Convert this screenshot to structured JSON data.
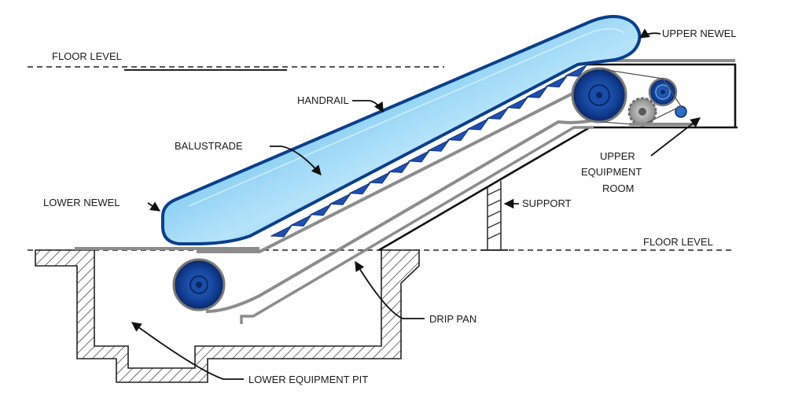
{
  "labels": {
    "floor_level_upper": "FLOOR LEVEL",
    "floor_level_lower": "FLOOR LEVEL",
    "upper_newel": "UPPER NEWEL",
    "handrail": "HANDRAIL",
    "balustrade": "BALUSTRADE",
    "lower_newel": "LOWER NEWEL",
    "upper_equipment_room_line1": "UPPER",
    "upper_equipment_room_line2": "EQUIPMENT",
    "upper_equipment_room_line3": "ROOM",
    "support": "SUPPORT",
    "drip_pan": "DRIP PAN",
    "lower_equipment_pit": "LOWER EQUIPMENT PIT"
  },
  "colors": {
    "balustrade_light": "#9fd8f5",
    "balustrade_mid": "#3aa2de",
    "balustrade_dark": "#1668b0",
    "handrail_outline": "#0b3f8c",
    "step_blue": "#1f4fb0",
    "roller_dark": "#0d2f7a",
    "roller_light": "#2d6cc4",
    "steel_gray": "#8c8c8c",
    "line_black": "#222222"
  }
}
